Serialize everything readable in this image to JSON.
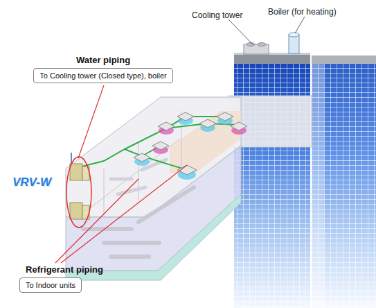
{
  "diagram": {
    "nodes": [
      {
        "text": [
          "Water piping",
          "To Cooling tower (Closed type), boiler"
        ]
      },
      {
        "text": [
          "Refrigerant piping",
          "To Indoor units"
        ]
      }
    ],
    "labels": [
      "Cooling tower",
      "Boiler (for heating)",
      "VRV-W"
    ]
  }
}
